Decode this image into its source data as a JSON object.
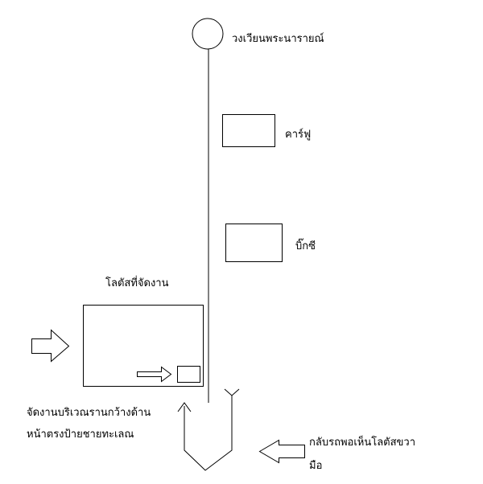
{
  "map": {
    "landmarks": {
      "roundabout": "วงเวียนพระนารายณ์",
      "carrefour": "คาร์ฟู",
      "bigc": "บิ๊กซี",
      "lotus": "โลตัสที่จัดงาน"
    },
    "notes": {
      "venue_line1": "จัดงานบริเวณรานกว้างด้าน",
      "venue_line2": "หน้าตรงป้ายชายทะเลณ",
      "uturn_line1": "กลับรถพอเห็นโลตัสขวา",
      "uturn_line2": "มือ"
    },
    "colors": {
      "stroke": "#000000",
      "background": "#ffffff"
    },
    "icons": {
      "roundabout": "circle",
      "entrance": "right-arrow",
      "uturn": "u-turn-arrow",
      "uturn_hint": "left-arrow"
    }
  }
}
